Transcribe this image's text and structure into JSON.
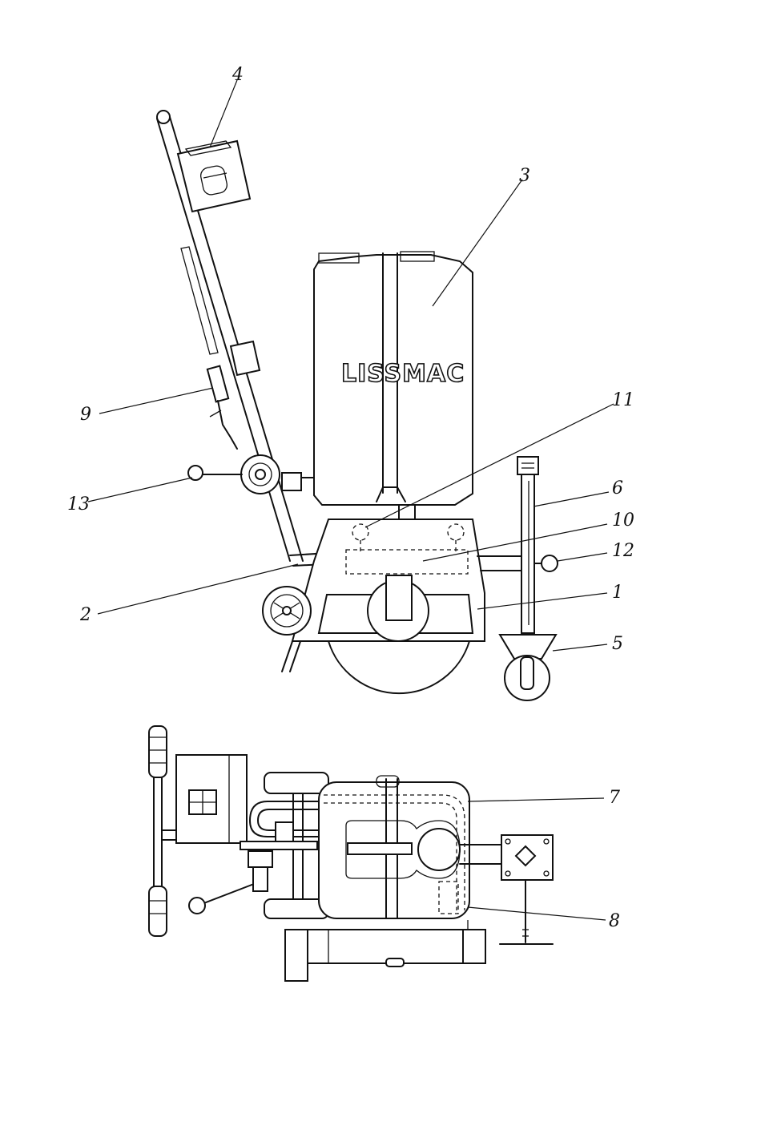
{
  "brand_text": "LISSMAC",
  "callouts": [
    {
      "id": "1",
      "label": "1"
    },
    {
      "id": "2",
      "label": "2"
    },
    {
      "id": "3",
      "label": "3"
    },
    {
      "id": "4",
      "label": "4"
    },
    {
      "id": "5",
      "label": "5"
    },
    {
      "id": "6",
      "label": "6"
    },
    {
      "id": "7",
      "label": "7"
    },
    {
      "id": "8",
      "label": "8"
    },
    {
      "id": "9",
      "label": "9"
    },
    {
      "id": "10",
      "label": "10"
    },
    {
      "id": "11",
      "label": "11"
    },
    {
      "id": "12",
      "label": "12"
    },
    {
      "id": "13",
      "label": "13"
    }
  ]
}
